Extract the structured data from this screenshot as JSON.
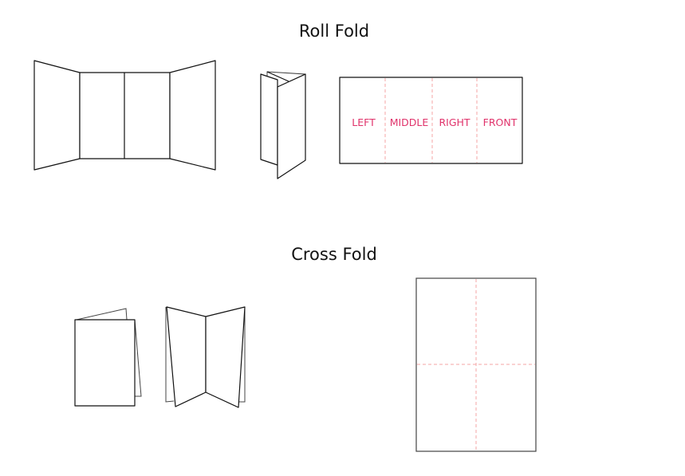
{
  "roll_fold": {
    "title": "Roll Fold",
    "panels": [
      "LEFT",
      "MIDDLE",
      "RIGHT",
      "FRONT"
    ]
  },
  "cross_fold": {
    "title": "Cross Fold"
  },
  "colors": {
    "label": "#e0336b",
    "fold_line": "#f4a6a6",
    "outline": "#111111"
  }
}
